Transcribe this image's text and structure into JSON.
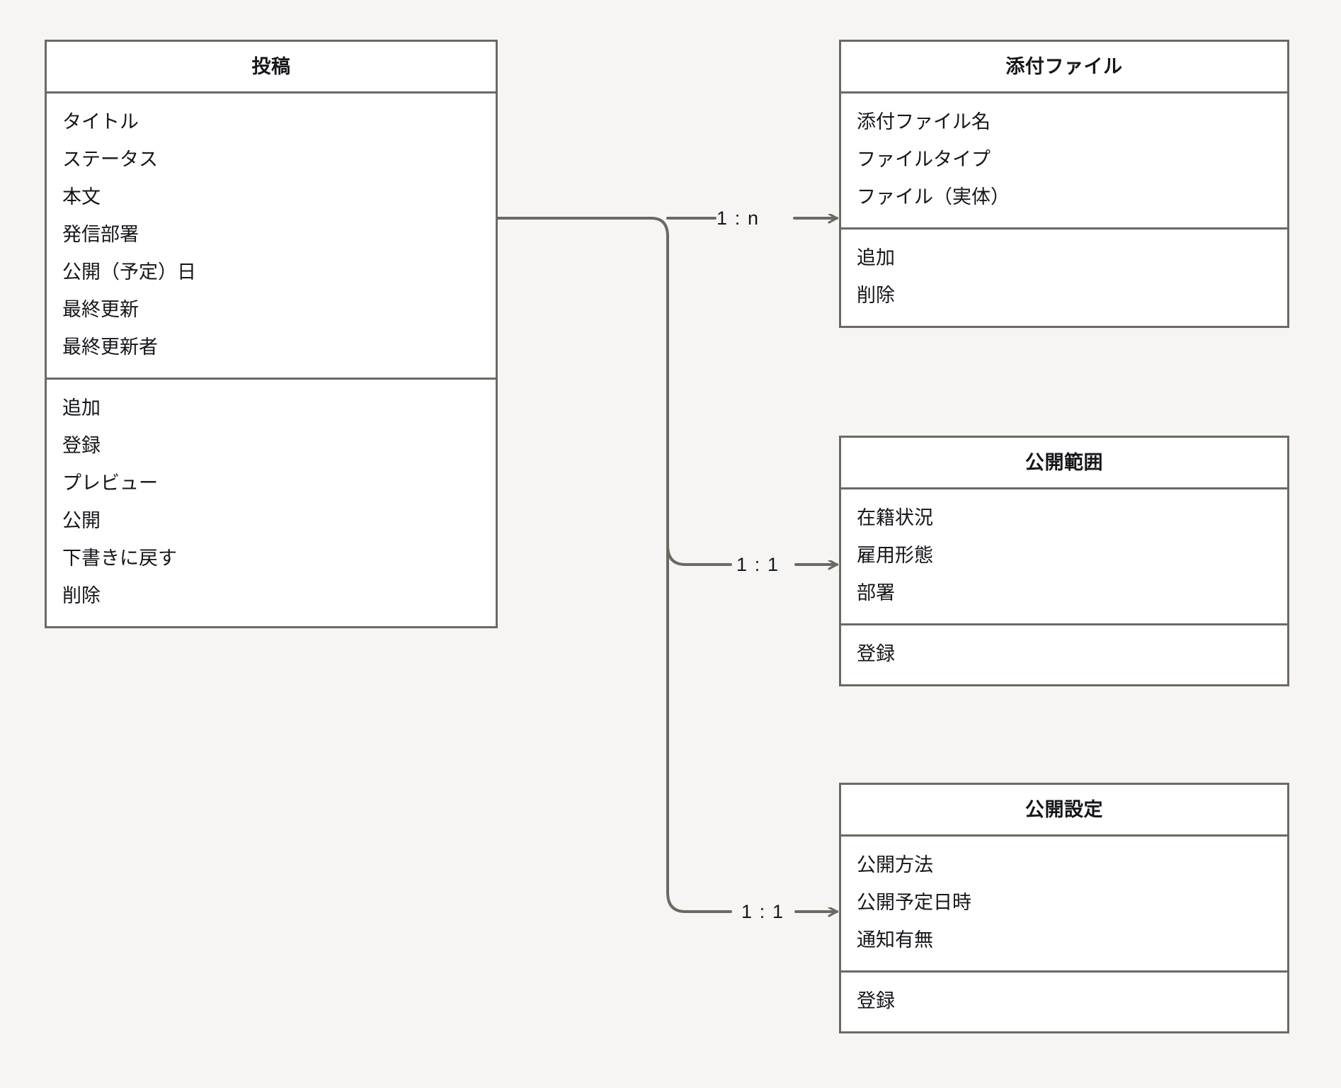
{
  "diagram": {
    "type": "uml-class-diagram",
    "background_color": "#f6f5f3",
    "box_fill_color": "#ffffff",
    "stroke_color": "#6b6a62",
    "text_color": "#14161a"
  },
  "classes": {
    "post": {
      "title": "投稿",
      "attributes": [
        "タイトル",
        "ステータス",
        "本文",
        "発信部署",
        "公開（予定）日",
        "最終更新",
        "最終更新者"
      ],
      "operations": [
        "追加",
        "登録",
        "プレビュー",
        "公開",
        "下書きに戻す",
        "削除"
      ]
    },
    "attachment": {
      "title": "添付ファイル",
      "attributes": [
        "添付ファイル名",
        "ファイルタイプ",
        "ファイル（実体）"
      ],
      "operations": [
        "追加",
        "削除"
      ]
    },
    "scope": {
      "title": "公開範囲",
      "attributes": [
        "在籍状況",
        "雇用形態",
        "部署"
      ],
      "operations": [
        "登録"
      ]
    },
    "settings": {
      "title": "公開設定",
      "attributes": [
        "公開方法",
        "公開予定日時",
        "通知有無"
      ],
      "operations": [
        "登録"
      ]
    }
  },
  "relations": [
    {
      "id": "post-attachment",
      "from": "投稿",
      "to": "添付ファイル",
      "label": "1 : n",
      "arrow": "open-right"
    },
    {
      "id": "post-scope",
      "from": "投稿",
      "to": "公開範囲",
      "label": "1 : 1",
      "arrow": "open-right"
    },
    {
      "id": "post-settings",
      "from": "投稿",
      "to": "公開設定",
      "label": "1 : 1",
      "arrow": "open-right"
    }
  ]
}
